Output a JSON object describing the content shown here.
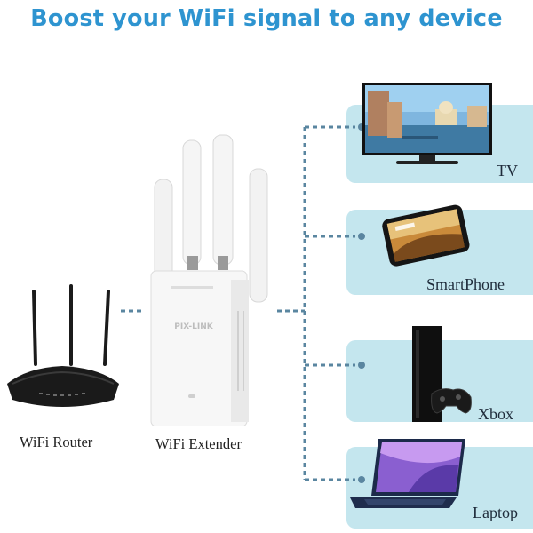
{
  "headline": "Boost your WiFi signal to any device",
  "brand_mark": "PIX-LINK",
  "router": {
    "label": "WiFi Router"
  },
  "extender": {
    "label": "WiFi Extender"
  },
  "devices": [
    {
      "label": "TV"
    },
    {
      "label": "SmartPhone"
    },
    {
      "label": "Xbox"
    },
    {
      "label": "Laptop"
    }
  ],
  "colors": {
    "accent": "#2e94d0",
    "panel": "#c4e6ee",
    "connector": "#5a86a0"
  },
  "icons": [
    "router-image",
    "extender-image",
    "tv-image",
    "smartphone-image",
    "xbox-image",
    "laptop-image"
  ]
}
